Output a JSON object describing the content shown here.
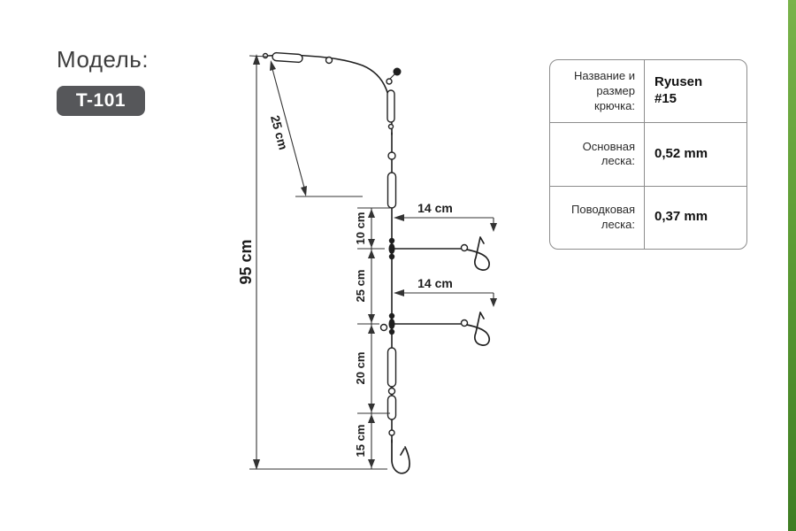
{
  "header": {
    "model_label": "Модель:",
    "model_value": "T-101"
  },
  "spec_table": {
    "rows": [
      {
        "label": "Название и размер крючка:",
        "value": "Ryusen\n#15"
      },
      {
        "label": "Основная леска:",
        "value": "0,52 mm"
      },
      {
        "label": "Поводковая леска:",
        "value": "0,37 mm"
      }
    ]
  },
  "diagram": {
    "overall_length": "95 cm",
    "upper_section": "25 cm",
    "segment_1": "10 cm",
    "segment_2": "25 cm",
    "segment_3": "20 cm",
    "segment_4": "15 cm",
    "leader_1": "14 cm",
    "leader_2": "14 cm"
  },
  "colors": {
    "accent_green": "#5d9c35",
    "badge_gray": "#56575a",
    "line_color": "#222222"
  }
}
